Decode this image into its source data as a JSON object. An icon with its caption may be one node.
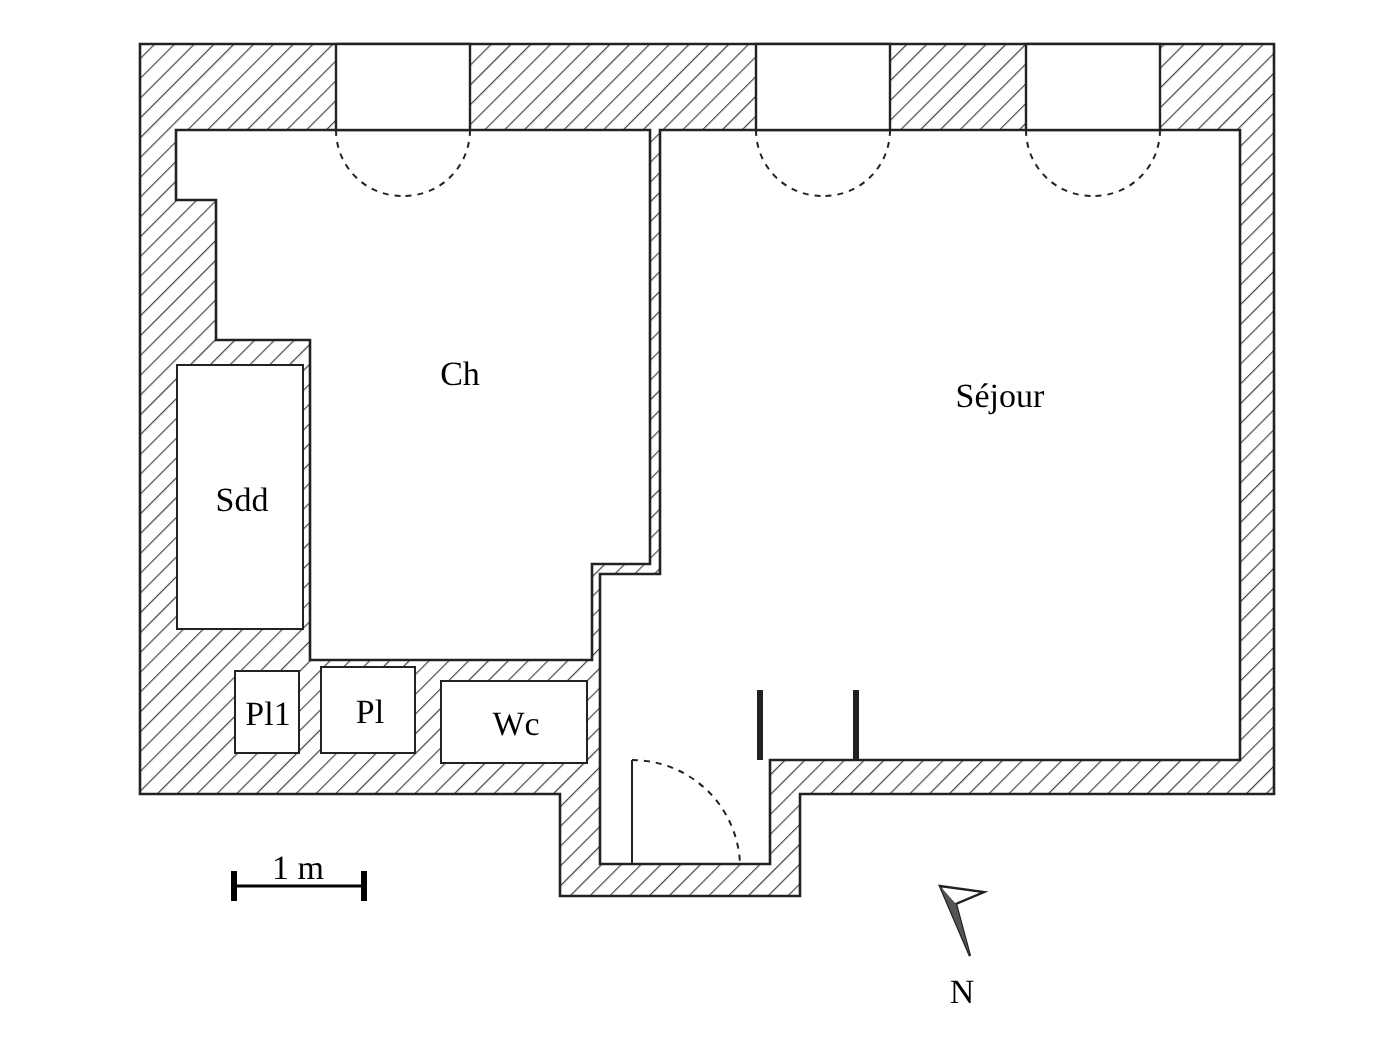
{
  "diagram": {
    "nodes": [
      {
        "text": [
          "Ch"
        ]
      },
      {
        "text": [
          "Séjour"
        ]
      },
      {
        "text": [
          "Sdd"
        ]
      },
      {
        "text": [
          "Pl1"
        ]
      },
      {
        "text": [
          "Pl"
        ]
      },
      {
        "text": [
          "Wc"
        ]
      }
    ],
    "labels": [
      "1 m",
      "N"
    ]
  }
}
